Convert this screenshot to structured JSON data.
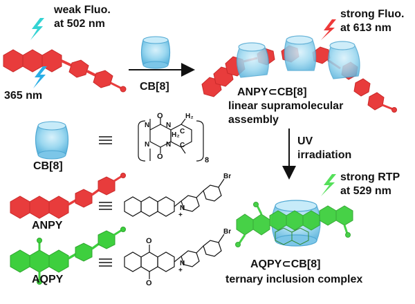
{
  "top_left": {
    "emission_line1": "weak Fluo.",
    "emission_line2": "at 502 nm",
    "excitation": "365 nm"
  },
  "top_center": {
    "host": "CB[8]"
  },
  "top_right": {
    "emission_line1": "strong Fluo.",
    "emission_line2": "at 613 nm",
    "complex_name": "ANPY⊂CB[8]",
    "description_line1": "linear supramolecular",
    "description_line2": "assembly"
  },
  "middle_right": {
    "step_line1": "UV",
    "step_line2": "irradiation"
  },
  "bottom_right": {
    "emission_line1": "strong RTP",
    "emission_line2": "at 529 nm",
    "complex_name": "AQPY⊂CB[8]",
    "description": "ternary inclusion complex"
  },
  "legend": {
    "host_label": "CB[8]",
    "host_repeat": "8",
    "guest1_label": "ANPY",
    "guest2_label": "AQPY",
    "atom_h2": "H₂",
    "atom_n": "N",
    "atom_o": "O",
    "atom_c": "C",
    "atom_br": "Br",
    "charge": "+"
  },
  "colors": {
    "red_guest": "#e83c3c",
    "green_guest": "#3ecf3e",
    "cyan_bolt": "#33d3d3",
    "blue_bolt": "#2aaee6",
    "red_bolt": "#ee3a3a",
    "green_bolt": "#55e05a",
    "host_fill": "#8cd0ec",
    "arrow": "#111111"
  },
  "icons": [
    "lightning-bolt-icon",
    "cucurbituril-barrel-icon",
    "reaction-arrow-icon"
  ]
}
